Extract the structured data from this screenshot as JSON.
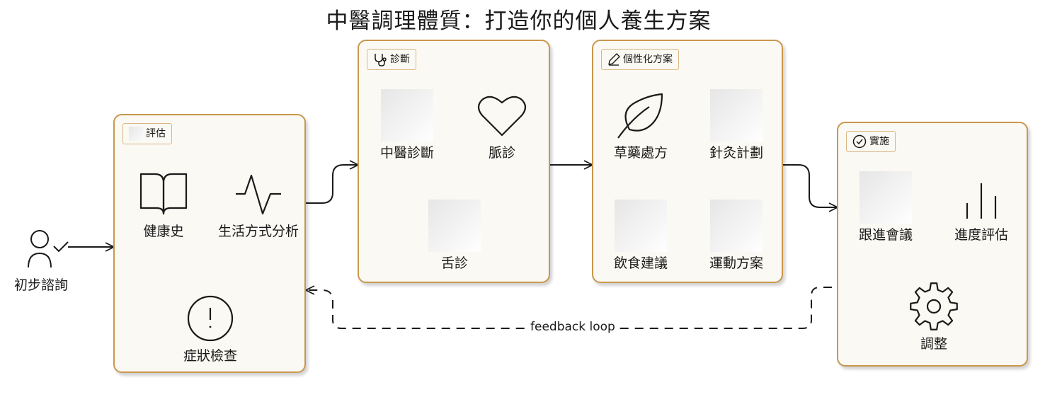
{
  "title": "中醫調理體質：打造你的個人養生方案",
  "start": {
    "label": "初步諮詢",
    "icon": "user-check-icon"
  },
  "stages": [
    {
      "name": "評估",
      "icon": "placeholder-icon",
      "items": [
        {
          "label": "健康史",
          "icon": "book-open-icon"
        },
        {
          "label": "生活方式分析",
          "icon": "activity-icon"
        },
        {
          "label": "症狀檢查",
          "icon": "alert-circle-icon"
        }
      ]
    },
    {
      "name": "診斷",
      "icon": "stethoscope-icon",
      "items": [
        {
          "label": "中醫診斷",
          "icon": "placeholder-icon"
        },
        {
          "label": "脈診",
          "icon": "heart-icon"
        },
        {
          "label": "舌診",
          "icon": "placeholder-icon"
        }
      ]
    },
    {
      "name": "個性化方案",
      "icon": "pencil-icon",
      "items": [
        {
          "label": "草藥處方",
          "icon": "leaf-icon"
        },
        {
          "label": "針灸計劃",
          "icon": "placeholder-icon"
        },
        {
          "label": "飲食建議",
          "icon": "placeholder-icon"
        },
        {
          "label": "運動方案",
          "icon": "placeholder-icon"
        }
      ]
    },
    {
      "name": "實施",
      "icon": "check-circle-icon",
      "items": [
        {
          "label": "跟進會議",
          "icon": "placeholder-icon"
        },
        {
          "label": "進度評估",
          "icon": "bar-chart-icon"
        },
        {
          "label": "調整",
          "icon": "settings-icon"
        }
      ]
    }
  ],
  "feedback": {
    "label": "feedback loop"
  },
  "colors": {
    "border": "#c9974c",
    "fill": "#fbf9f3",
    "line": "#1a1a1a"
  }
}
